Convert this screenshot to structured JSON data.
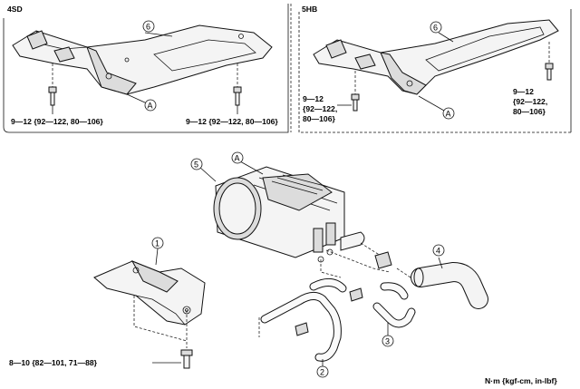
{
  "panels": {
    "left_title": "4SD",
    "right_title": "5HB"
  },
  "callouts": {
    "part1": "1",
    "part2": "2",
    "part3": "3",
    "part4": "4",
    "part5": "5",
    "part6_4sd": "6",
    "part6_5hb": "6",
    "a_4sd": "A",
    "a_5hb": "A",
    "a_canister": "A"
  },
  "torques": {
    "sd_left": "9—12 {92—122, 80—106}",
    "sd_right": "9—12 {92—122, 80—106}",
    "hb_left": [
      "9—12",
      "{92—122,",
      "80—106}"
    ],
    "hb_right": [
      "9—12",
      "{92—122,",
      "80—106}"
    ],
    "bracket": "8—10 {82—101, 71—88}"
  },
  "units": "N·m {kgf-cm, in-lbf}"
}
